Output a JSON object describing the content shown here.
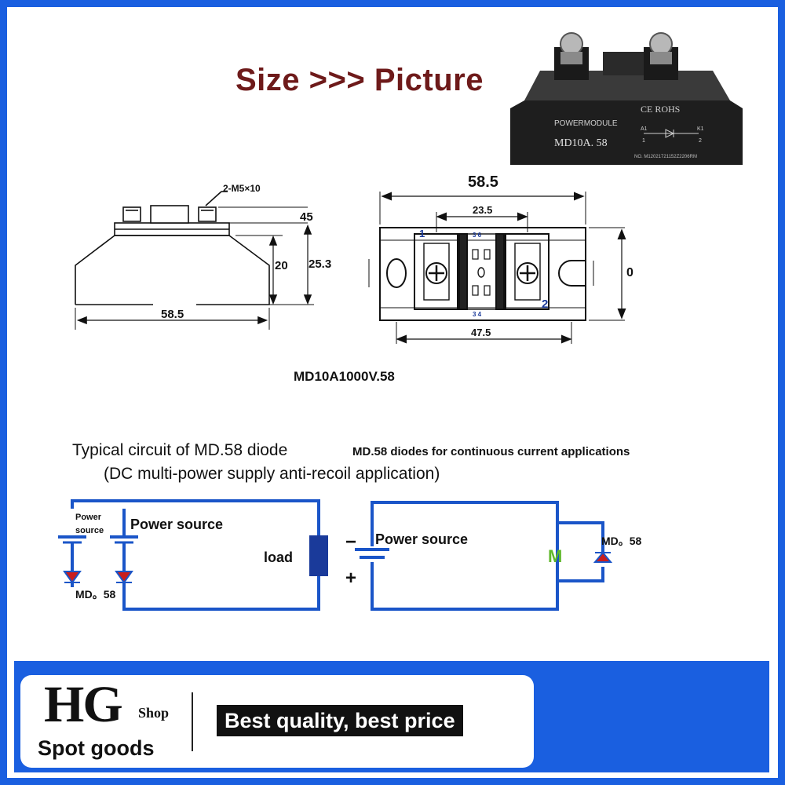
{
  "header": {
    "title": "Size >>> Picture"
  },
  "product_photo": {
    "brand": "POWERMODULE",
    "cert": "CE ROHS",
    "part": "MD10A. 58",
    "pin_a": "A1",
    "pin_k": "K1",
    "pin_1": "1",
    "pin_2": "2",
    "serial": "NO. M12021721152Z2206RM"
  },
  "side_view": {
    "screw_label": "2-M5×10",
    "dim_45": "45",
    "dim_20": "20",
    "dim_25_3": "25.3",
    "dim_58_5": "58.5"
  },
  "top_view": {
    "dim_58_5": "58.5",
    "dim_23_5": "23.5",
    "dim_47_5": "47.5",
    "dim_0": "0",
    "pin_1": "1",
    "pin_2": "2",
    "pins_top": "3  6",
    "pins_bottom": "3  4"
  },
  "model_text": "MD10A1000V.58",
  "circuits": {
    "title": "Typical circuit of MD.58 diode",
    "subtitle": "(DC multi-power supply anti-recoil application)",
    "note": "MD.58 diodes for continuous current applications",
    "left": {
      "power_small_1": "Power",
      "power_small_2": "source",
      "power_source": "Power source",
      "diode": "MD。58",
      "load": "load"
    },
    "right": {
      "minus": "−",
      "plus": "+",
      "power_source": "Power source",
      "motor": "M",
      "diode": "MD。58"
    }
  },
  "footer": {
    "logo": "HG",
    "shop": "Shop",
    "spot": "Spot goods",
    "slogan": "Best quality, best price"
  },
  "colors": {
    "border_blue": "#1a5fe0",
    "title_red": "#6e1a1a",
    "wire_blue": "#1a55c8",
    "diode_red": "#c81e1e",
    "motor_green": "#5fb82a"
  }
}
